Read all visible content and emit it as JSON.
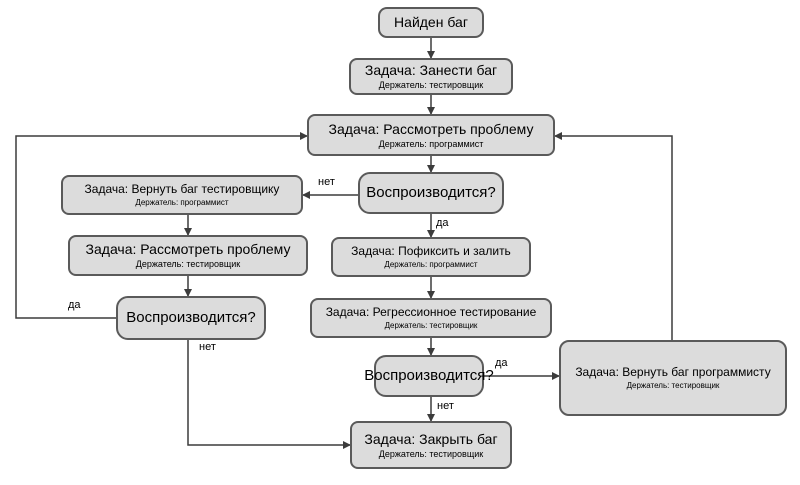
{
  "nodes": {
    "found": {
      "title": "Найден баг"
    },
    "log": {
      "title": "Задача: Занести баг",
      "holder": "Держатель: тестировщик"
    },
    "review": {
      "title": "Задача: Рассмотреть проблему",
      "holder": "Держатель: программист"
    },
    "repro1": {
      "title": "Воспроизводится?"
    },
    "return_tester": {
      "title": "Задача: Вернуть баг тестировщику",
      "holder": "Держатель: программист"
    },
    "review_tester": {
      "title": "Задача: Рассмотреть проблему",
      "holder": "Держатель: тестировщик"
    },
    "repro2": {
      "title": "Воспроизводится?"
    },
    "fix": {
      "title": "Задача: Пофиксить и залить",
      "holder": "Держатель: программист"
    },
    "regression": {
      "title": "Задача: Регрессионное тестирование",
      "holder": "Держатель: тестировщик"
    },
    "repro3": {
      "title": "Воспроизводится?"
    },
    "return_programmer": {
      "title": "Задача: Вернуть баг программисту",
      "holder": "Держатель: тестировщик"
    },
    "close": {
      "title": "Задача: Закрыть баг",
      "holder": "Держатель: тестировщик"
    }
  },
  "edge_labels": {
    "repro1_no": "нет",
    "repro1_yes": "да",
    "repro2_yes": "да",
    "repro2_no": "нет",
    "repro3_yes": "да",
    "repro3_no": "нет"
  },
  "colors": {
    "node_fill": "#dcdcdc",
    "node_border": "#5a5a5a",
    "line": "#3c3c3c"
  }
}
